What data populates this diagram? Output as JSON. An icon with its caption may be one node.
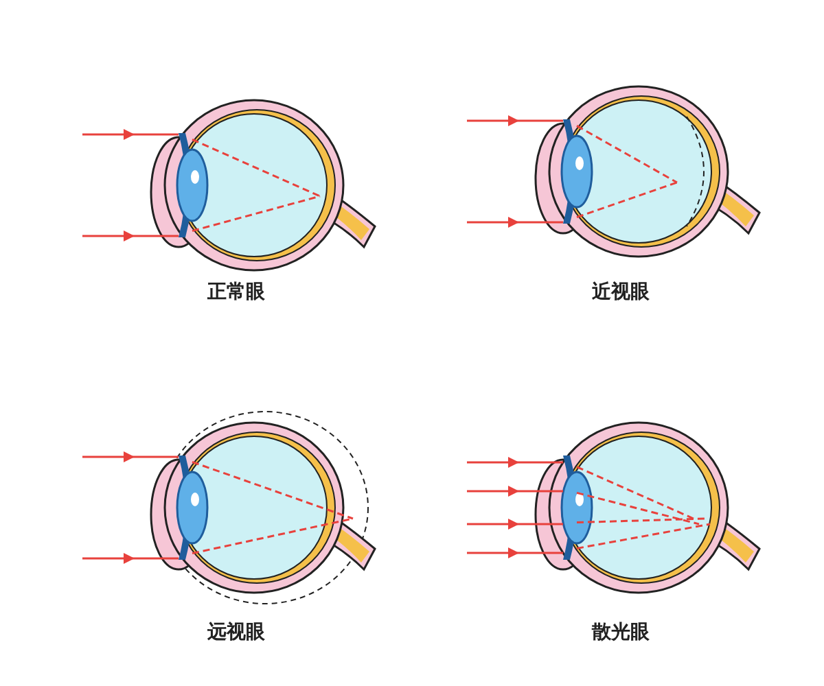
{
  "diagram": {
    "labels": [
      "正常眼",
      "近视眼",
      "远视眼",
      "散光眼"
    ]
  }
}
